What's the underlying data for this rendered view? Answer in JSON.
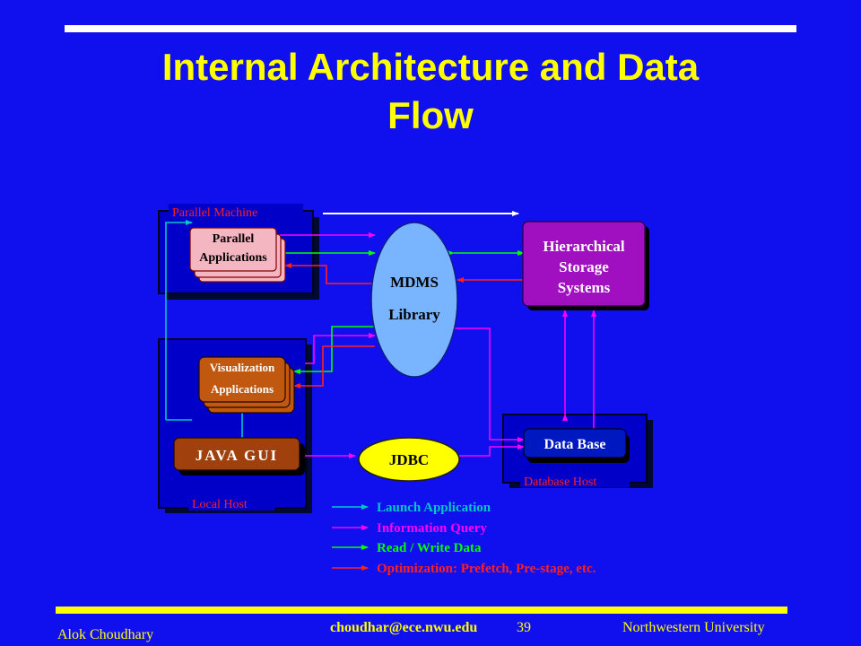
{
  "slide": {
    "title_line1": "Internal Architecture and Data",
    "title_line2": "Flow"
  },
  "diagram": {
    "regions": {
      "parallel_machine": "Parallel Machine",
      "local_host": "Local Host",
      "database_host": "Database Host"
    },
    "nodes": {
      "parallel_apps_line1": "Parallel",
      "parallel_apps_line2": "Applications",
      "viz_apps_line1": "Visualization",
      "viz_apps_line2": "Applications",
      "java_gui": "JAVA GUI",
      "mdms_line1": "MDMS",
      "mdms_line2": "Library",
      "hss_line1": "Hierarchical",
      "hss_line2": "Storage",
      "hss_line3": "Systems",
      "database": "Data Base",
      "jdbc": "JDBC"
    },
    "legend": [
      {
        "label": "Launch Application",
        "color": "#00c8c8"
      },
      {
        "label": "Information Query",
        "color": "#ff00ff"
      },
      {
        "label": "Read / Write Data",
        "color": "#00ff00"
      },
      {
        "label": "Optimization:  Prefetch, Pre-stage, etc.",
        "color": "#ff2020"
      }
    ]
  },
  "footer": {
    "author": "Alok Choudhary",
    "email": "choudhar@ece.nwu.edu",
    "page": "39",
    "org": "Northwestern University"
  }
}
